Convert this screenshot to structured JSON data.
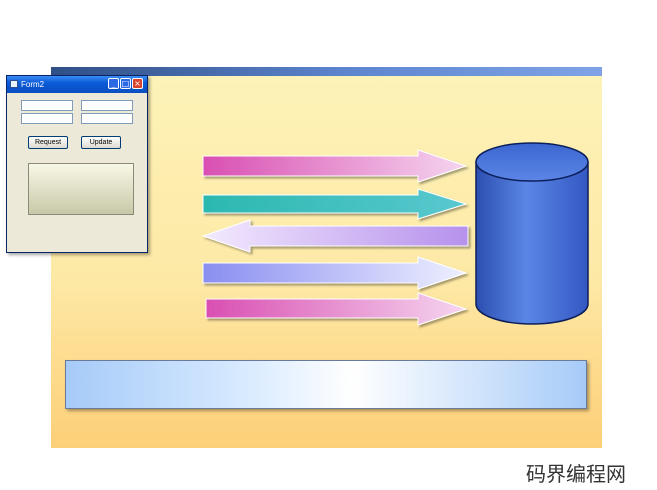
{
  "form": {
    "title": "Form2",
    "request_label": "Request",
    "update_label": "Update"
  },
  "watermark": "码界编程网",
  "colors": {
    "slide_top": "#fdf3b8",
    "slide_bottom": "#fdcf78",
    "topbar": "#2f4f86",
    "arrow_pink": "#d94fb2",
    "arrow_teal": "#2bb8b0",
    "arrow_lavender": "#c9a8f0",
    "arrow_blue": "#8a8ef0",
    "cylinder": "#4a72d8"
  },
  "arrows": [
    {
      "direction": "right",
      "color": "pink"
    },
    {
      "direction": "right",
      "color": "teal"
    },
    {
      "direction": "left",
      "color": "lavender"
    },
    {
      "direction": "right",
      "color": "blue"
    },
    {
      "direction": "right",
      "color": "pink"
    }
  ]
}
